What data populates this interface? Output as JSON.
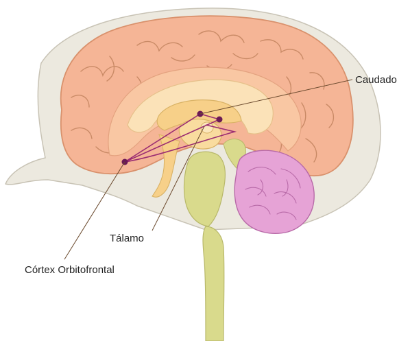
{
  "diagram": {
    "labels": {
      "caudate": "Caudado",
      "thalamus": "Tálamo",
      "orbitofrontal": "Córtex Orbitofrontal"
    },
    "colors": {
      "cortex": "#f5b596",
      "cortex_outline": "#d9916c",
      "skull": "#ece9df",
      "skull_outline": "#c8c3b5",
      "white_matter": "#fbe2b8",
      "inner_structures": "#f7d089",
      "brainstem": "#d9da8c",
      "cerebellum": "#e6a3d6",
      "circuit": "#9b2d72",
      "circuit_node": "#6b1a55",
      "leader_line": "#6b4a2e"
    }
  }
}
